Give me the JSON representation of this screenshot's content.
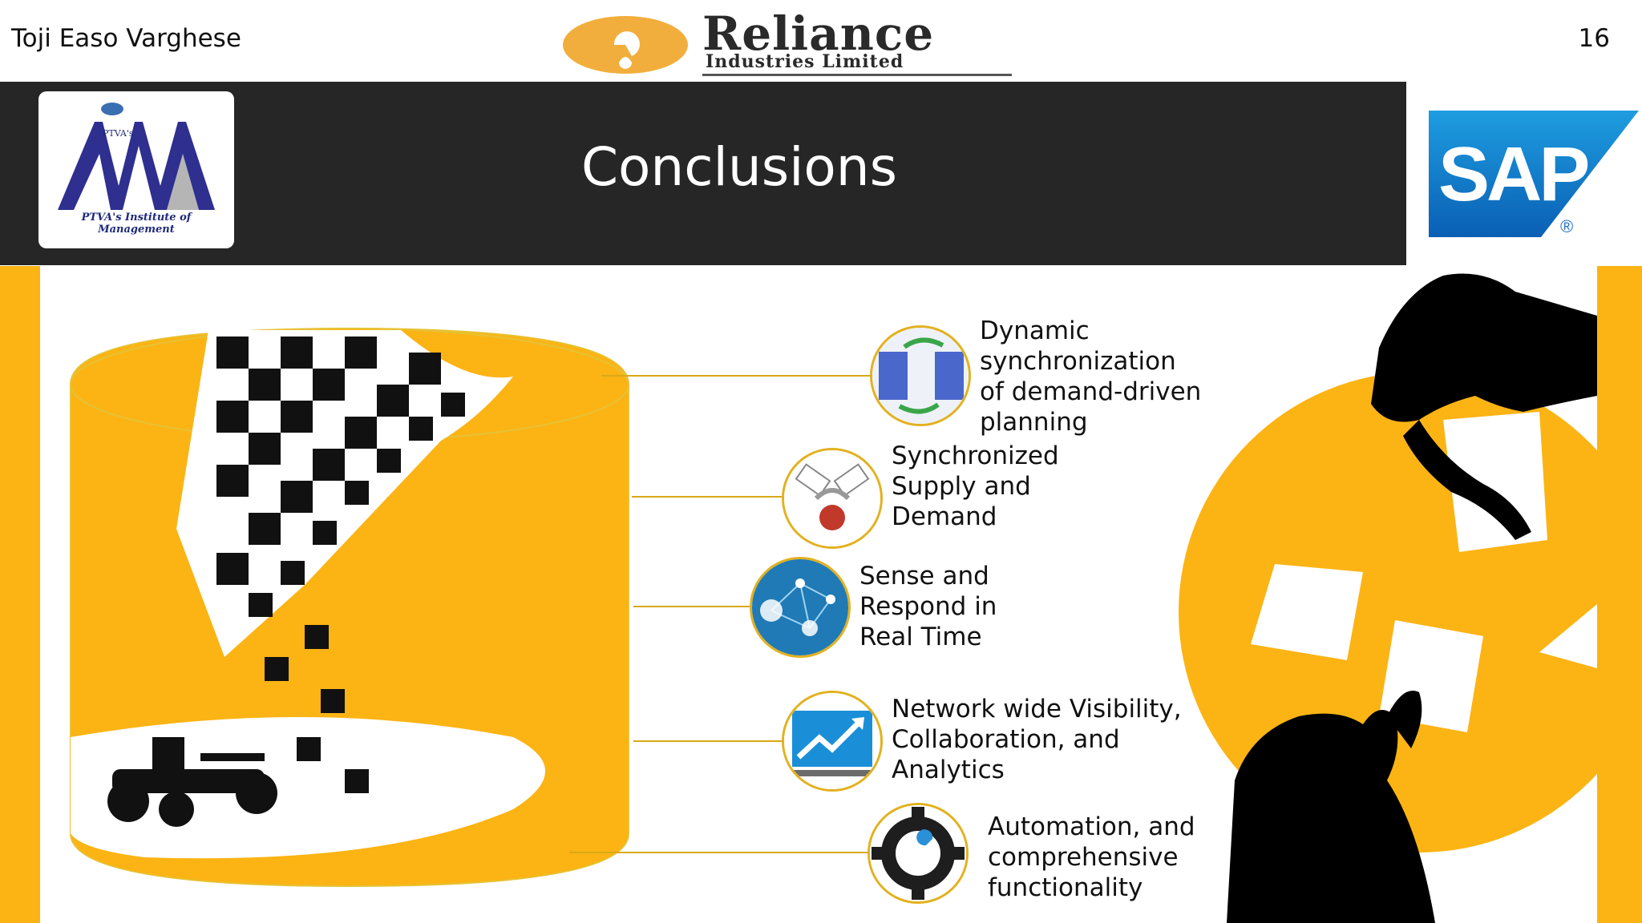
{
  "header": {
    "author": "Toji Easo Varghese",
    "page_number": "16",
    "company_name": "Reliance",
    "company_sub": "Industries Limited"
  },
  "slide": {
    "title": "Conclusions"
  },
  "logos": {
    "institute": "PTVA's Institute of Management",
    "institute_short": "PTVA's",
    "sap": "SAP"
  },
  "items": [
    {
      "icon": "synchronization-icon",
      "lines": [
        "Dynamic",
        "synchronization",
        "of demand-driven",
        "planning"
      ]
    },
    {
      "icon": "supply-demand-lock-icon",
      "lines": [
        "Synchronized",
        "Supply and",
        "Demand"
      ]
    },
    {
      "icon": "network-icon",
      "lines": [
        "Sense and",
        "Respond in",
        "Real Time"
      ]
    },
    {
      "icon": "trend-chart-icon",
      "lines": [
        "Network wide Visibility,",
        "Collaboration, and",
        "Analytics"
      ]
    },
    {
      "icon": "gear-wrench-icon",
      "lines": [
        "Automation, and",
        "comprehensive",
        "functionality"
      ]
    }
  ],
  "colors": {
    "accent_yellow": "#fbb414",
    "title_band": "#262626",
    "connector": "#d9a918"
  }
}
